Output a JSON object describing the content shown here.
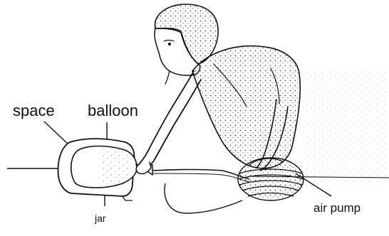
{
  "labels": {
    "space": "space",
    "balloon": "balloon",
    "jar": "jar",
    "air_pump": "air pump"
  },
  "colors": {
    "ink": "#111111",
    "background": "#ffffff"
  }
}
